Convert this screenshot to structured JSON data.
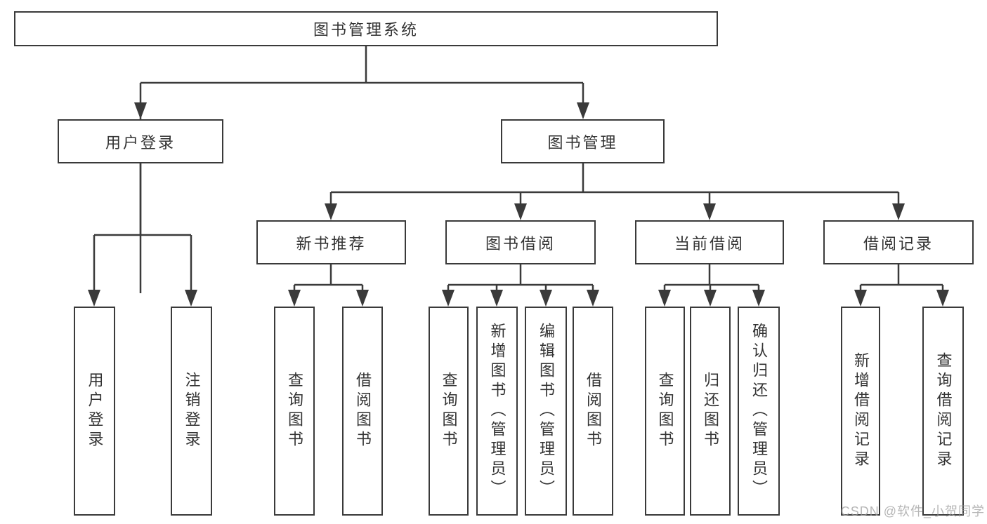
{
  "diagram": {
    "root": {
      "label": "图书管理系统"
    },
    "branches": [
      {
        "label": "用户登录",
        "leaves": [
          {
            "label": "用户登录"
          },
          {
            "label": "注销登录"
          }
        ]
      },
      {
        "label": "图书管理",
        "groups": [
          {
            "label": "新书推荐",
            "leaves": [
              {
                "label": "查询图书"
              },
              {
                "label": "借阅图书"
              }
            ]
          },
          {
            "label": "图书借阅",
            "leaves": [
              {
                "label": "查询图书"
              },
              {
                "label": "新增图书（管理员）"
              },
              {
                "label": "编辑图书（管理员）"
              },
              {
                "label": "借阅图书"
              }
            ]
          },
          {
            "label": "当前借阅",
            "leaves": [
              {
                "label": "查询图书"
              },
              {
                "label": "归还图书"
              },
              {
                "label": "确认归还（管理员）"
              }
            ]
          },
          {
            "label": "借阅记录",
            "leaves": [
              {
                "label": "新增借阅记录"
              },
              {
                "label": "查询借阅记录"
              }
            ]
          }
        ]
      }
    ]
  },
  "watermark": {
    "text": "CSDN @软件_小贺同学"
  },
  "colors": {
    "line": "#3a3a3a",
    "text": "#333333",
    "box_background": "#ffffff",
    "watermark": "#9e9e9e"
  }
}
